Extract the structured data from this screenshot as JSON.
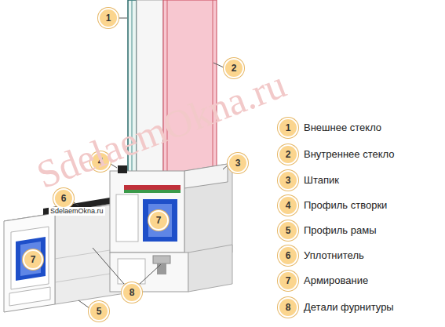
{
  "diagram": {
    "labels": [
      "1",
      "2",
      "3",
      "4",
      "6",
      "7",
      "7",
      "8",
      "5",
      "SdelaemOkna.ru",
      "SdelaemOkna.ru",
      "1",
      "2",
      "3",
      "4",
      "5",
      "6",
      "7",
      "8"
    ],
    "legend": [
      {
        "text": "Внешнее стекло"
      },
      {
        "text": "Внутреннее стекло"
      },
      {
        "text": "Штапик"
      },
      {
        "text": "Профиль створки"
      },
      {
        "text": "Профиль рамы"
      },
      {
        "text": "Уплотнитель"
      },
      {
        "text": "Армирование"
      },
      {
        "text": "Детали фурнитуры"
      }
    ]
  }
}
